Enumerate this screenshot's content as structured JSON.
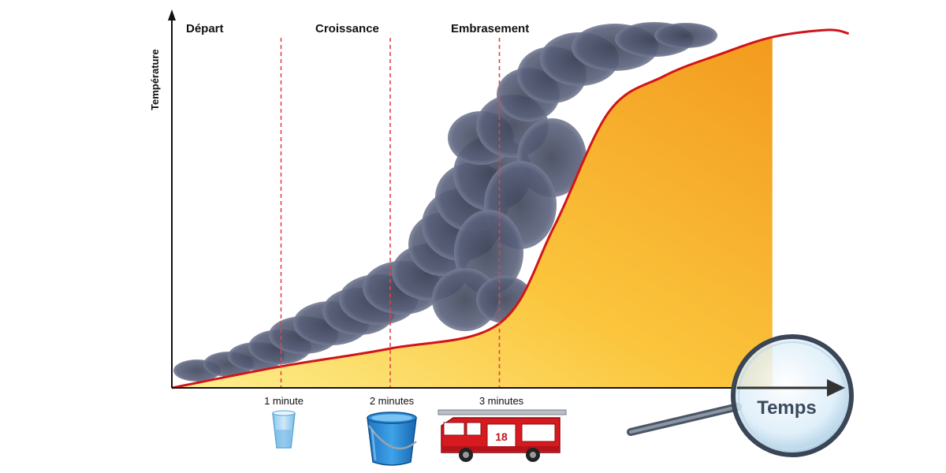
{
  "chart_data": {
    "type": "area",
    "ylabel": "Température",
    "xlabel": "Temps",
    "x_unit": "minutes",
    "curve": {
      "color": "#d0141b",
      "fill_gradient": [
        "#f5a623",
        "#fde98a"
      ],
      "points": [
        [
          0,
          0.0
        ],
        [
          1,
          0.06
        ],
        [
          2,
          0.11
        ],
        [
          3,
          0.18
        ],
        [
          3.5,
          0.45
        ],
        [
          4,
          0.77
        ],
        [
          4.5,
          0.87
        ],
        [
          5,
          0.93
        ],
        [
          5.5,
          0.98
        ],
        [
          6,
          1.0
        ],
        [
          6.2,
          0.99
        ]
      ]
    },
    "phases": [
      {
        "name": "Départ",
        "x": 0
      },
      {
        "name": "Croissance",
        "x": 1
      },
      {
        "name": "Embrasement",
        "x": 3
      }
    ],
    "markers": [
      {
        "x": 1,
        "label": "1 minute",
        "icon": "small-water-cup-icon"
      },
      {
        "x": 2,
        "label": "2 minutes",
        "icon": "water-bucket-icon"
      },
      {
        "x": 3,
        "label": "3 minutes",
        "icon": "fire-truck-icon",
        "icon_text": "18"
      }
    ],
    "marker_line_color": "#e0454a",
    "smoke_color": "#4a5164",
    "lens_icon": "magnifying-glass-icon"
  }
}
